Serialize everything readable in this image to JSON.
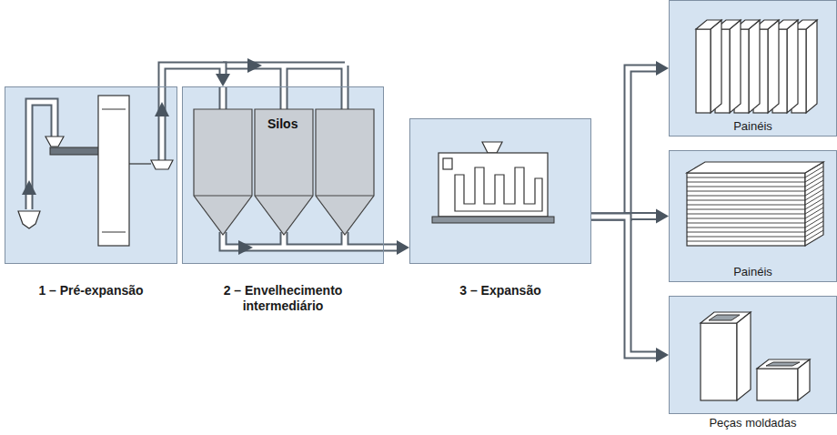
{
  "diagram": {
    "nodes": [
      {
        "text": [
          "1 – Pré-expansão"
        ]
      },
      {
        "text": [
          "2 – Envelhecimento intermediário"
        ]
      },
      {
        "text": [
          "3 – Expansão"
        ]
      },
      {
        "text": [
          "Painéis"
        ]
      },
      {
        "text": [
          "Painéis"
        ]
      },
      {
        "text": [
          "Peças moldadas"
        ]
      }
    ],
    "edges": [
      {
        "from": 0,
        "to": 1,
        "arrow": "to"
      },
      {
        "from": 1,
        "to": 2,
        "arrow": "to"
      },
      {
        "from": 2,
        "to": 3,
        "arrow": "to"
      },
      {
        "from": 2,
        "to": 4,
        "arrow": "to"
      },
      {
        "from": 2,
        "to": 5,
        "arrow": "to"
      }
    ],
    "labels": [
      "Silos"
    ]
  }
}
